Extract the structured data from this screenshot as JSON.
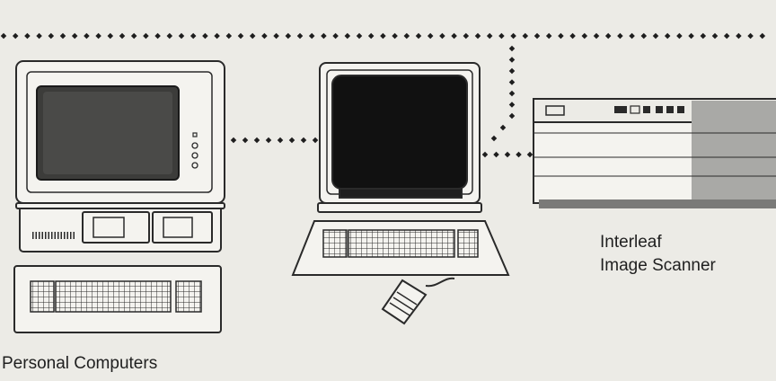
{
  "labels": {
    "personal_computers": "Personal Computers",
    "scanner_line1": "Interleaf",
    "scanner_line2": "Image Scanner"
  },
  "colors": {
    "background": "#ecebe6",
    "line_art": "#2a2a2a",
    "screen": "#111111",
    "network_dots": "#1e1e1e",
    "scanner_shade": "#a9a9a6"
  },
  "icons": {
    "personal_computer": "desktop-computer-icon",
    "workstation": "workstation-icon",
    "mouse": "mouse-icon",
    "scanner": "image-scanner-icon"
  }
}
